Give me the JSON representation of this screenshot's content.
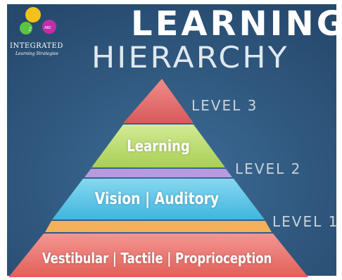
{
  "title": {
    "line1": "LEARNING",
    "line2": "HIERARCHY"
  },
  "logo": {
    "name": "INTEGRATED",
    "tagline": "Learning Strategies",
    "circle_glyphs": [
      "",
      "♪",
      "ABC"
    ]
  },
  "levels": [
    {
      "label": "LEVEL 3",
      "tier_text": ""
    },
    {
      "label": "LEVEL 2",
      "tier_text": "Learning"
    },
    {
      "label": "LEVEL 1",
      "tier_text": "Vision | Auditory"
    },
    {
      "label": "",
      "tier_text": "Vestibular | Tactile | Proprioception"
    }
  ],
  "colors": {
    "background": "#2f577f",
    "frame": "#ffffff",
    "tier_top": "#e86a6a",
    "tier_learning": "#c3e07a",
    "band_purple": "#b79be0",
    "tier_vision": "#63c8e8",
    "band_orange": "#f3b15a",
    "tier_base": "#f07a73",
    "logo_yellow": "#f2c21a",
    "logo_green": "#5cc443",
    "logo_magenta": "#c02fa8"
  }
}
